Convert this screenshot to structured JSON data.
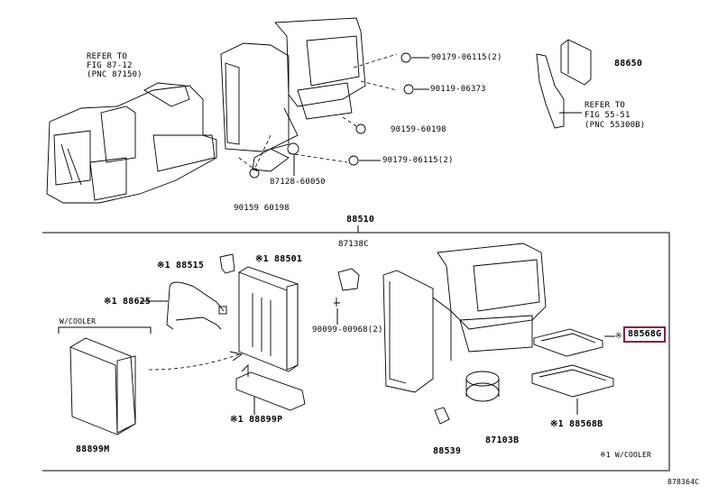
{
  "diagram": {
    "type": "exploded parts diagram",
    "accent_color": "#8b1a3a",
    "figure_id": "878364C"
  },
  "upper": {
    "refer_left": [
      "REFER TO",
      "FIG 87-12",
      "(PNC 87150)"
    ],
    "refer_right": [
      "REFER TO",
      "FIG 55-51",
      "(PNC 55300B)"
    ],
    "parts": {
      "p1": "90179-06115(2)",
      "p2": "90119-06373",
      "p3": "90159-60198",
      "p4": "90179-06115(2)",
      "p5": "87128-60050",
      "p6": "90159 60198",
      "p7": "88650"
    }
  },
  "assembly": {
    "main": "88510",
    "sub": "87138C",
    "cooler_label": "W/COOLER",
    "parts": {
      "p88515": "※1 88515",
      "p88501": "※1 88501",
      "p88625": "※1 88625",
      "p90099": "90099-00968(2)",
      "p88568g_prefix": "※",
      "p88568g": "88568G",
      "p88899p": "※1 88899P",
      "p88568b": "※1 88568B",
      "p88539": "88539",
      "p87103b": "87103B",
      "p88899m": "88899M"
    },
    "footnote": "※1 W/COOLER"
  }
}
